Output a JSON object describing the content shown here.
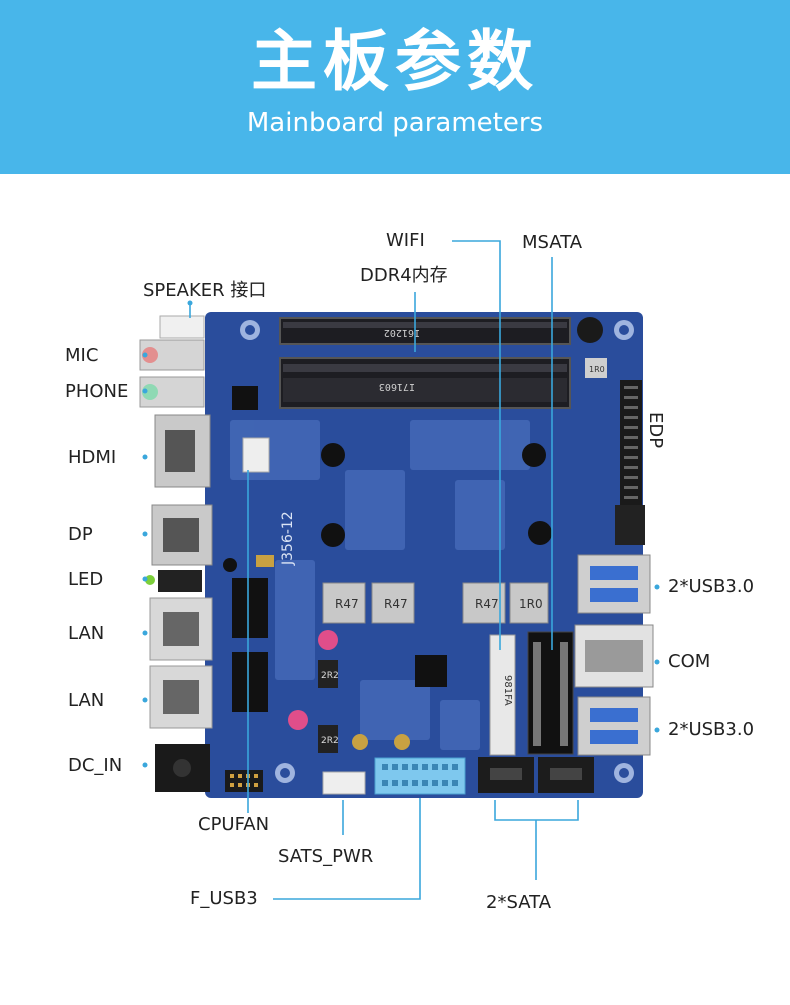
{
  "banner": {
    "title": "主板参数",
    "subtitle": "Mainboard parameters"
  },
  "labels": {
    "wifi": "WIFI",
    "msata": "MSATA",
    "ddr4": "DDR4内存",
    "speaker": "SPEAKER 接口",
    "mic": "MIC",
    "phone": "PHONE",
    "hdmi": "HDMI",
    "dp": "DP",
    "led": "LED",
    "lan1": "LAN",
    "lan2": "LAN",
    "dc_in": "DC_IN",
    "cpufan": "CPUFAN",
    "sats_pwr": "SATS_PWR",
    "f_usb3": "F_USB3",
    "sata": "2*SATA",
    "edp": "EDP",
    "usb3_top": "2*USB3.0",
    "com": "COM",
    "usb3_bottom": "2*USB3.0"
  },
  "board": {
    "silk_model": "J356-12",
    "ram_top_code": "I61202",
    "ram_bottom_code": "I71603",
    "inductor_a": "R47",
    "inductor_b": "R47",
    "inductor_c": "R47",
    "inductor_d": "1R0",
    "inductor_e": "1R0",
    "chip_a": "2R2",
    "chip_b": "2R2",
    "m2_code": "981FA"
  },
  "colors": {
    "banner": "#48b6ea",
    "board": "#2a4d9c",
    "leader": "#3aa7dc",
    "text": "#222222"
  }
}
